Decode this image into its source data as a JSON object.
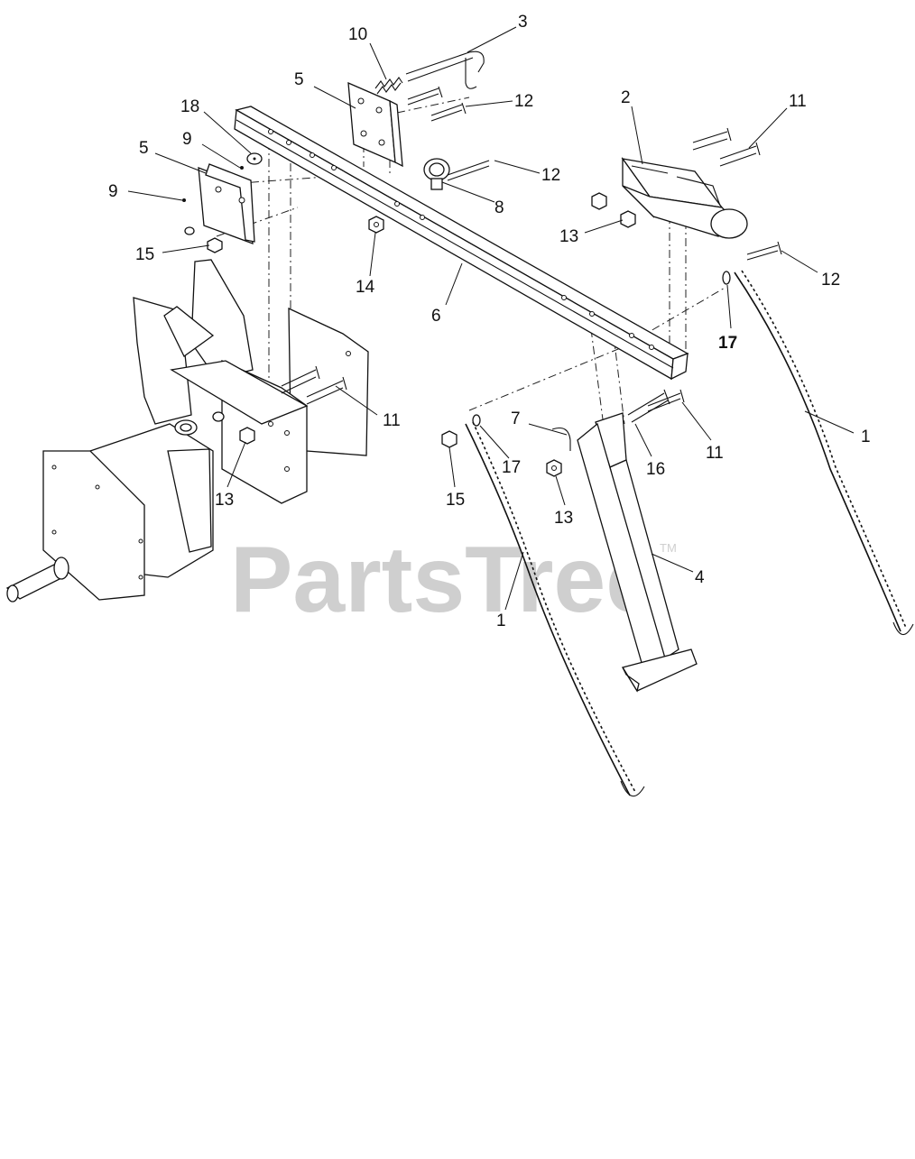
{
  "watermark": {
    "text": "PartsTree",
    "trademark": "TM"
  },
  "callouts": [
    {
      "id": "c-3",
      "label": "3"
    },
    {
      "id": "c-10",
      "label": "10"
    },
    {
      "id": "c-5a",
      "label": "5"
    },
    {
      "id": "c-12a",
      "label": "12"
    },
    {
      "id": "c-2",
      "label": "2"
    },
    {
      "id": "c-11a",
      "label": "11"
    },
    {
      "id": "c-18",
      "label": "18"
    },
    {
      "id": "c-9a",
      "label": "9"
    },
    {
      "id": "c-5b",
      "label": "5"
    },
    {
      "id": "c-9b",
      "label": "9"
    },
    {
      "id": "c-15a",
      "label": "15"
    },
    {
      "id": "c-12b",
      "label": "12"
    },
    {
      "id": "c-8",
      "label": "8"
    },
    {
      "id": "c-13a",
      "label": "13"
    },
    {
      "id": "c-12c",
      "label": "12"
    },
    {
      "id": "c-14",
      "label": "14"
    },
    {
      "id": "c-6",
      "label": "6"
    },
    {
      "id": "c-17a",
      "label": "17"
    },
    {
      "id": "c-1a",
      "label": "1"
    },
    {
      "id": "c-11b",
      "label": "11"
    },
    {
      "id": "c-7",
      "label": "7"
    },
    {
      "id": "c-17b",
      "label": "17"
    },
    {
      "id": "c-16",
      "label": "16"
    },
    {
      "id": "c-11c",
      "label": "11"
    },
    {
      "id": "c-13b",
      "label": "13"
    },
    {
      "id": "c-15b",
      "label": "15"
    },
    {
      "id": "c-13c",
      "label": "13"
    },
    {
      "id": "c-4",
      "label": "4"
    },
    {
      "id": "c-1b",
      "label": "1"
    }
  ]
}
